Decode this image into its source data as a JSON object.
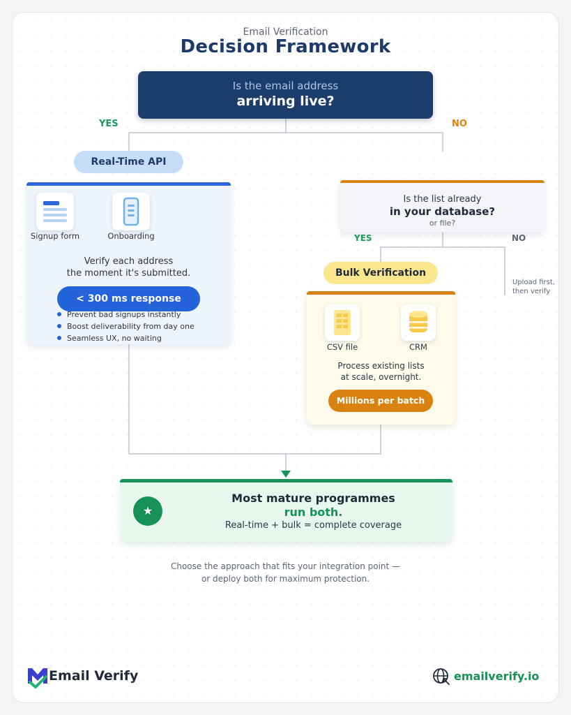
{
  "header": {
    "subtitle": "Email Verification",
    "title": "Decision Framework"
  },
  "question1": {
    "line1": "Is the email address",
    "line2": "arriving live?",
    "yes_label": "YES",
    "no_label": "NO"
  },
  "realtime": {
    "pill": "Real-Time API",
    "icons": [
      {
        "caption": "Signup form",
        "icon": "form-icon"
      },
      {
        "caption": "Onboarding",
        "icon": "mobile-icon"
      }
    ],
    "desc_line1": "Verify each address",
    "desc_line2": "the moment it's submitted.",
    "badge": "< 300 ms response",
    "bullets": [
      "Prevent bad signups instantly",
      "Boost deliverability from day one",
      "Seamless UX, no waiting"
    ]
  },
  "question2": {
    "line1": "Is the list already",
    "line2": "in your database?",
    "line3": "or file?",
    "yes_label": "YES",
    "no_label": "NO",
    "no_note_line1": "Upload first,",
    "no_note_line2": "then verify"
  },
  "bulk": {
    "pill": "Bulk Verification",
    "icons": [
      {
        "caption": "CSV file",
        "icon": "csv-file-icon"
      },
      {
        "caption": "CRM",
        "icon": "database-icon"
      }
    ],
    "desc_line1": "Process existing lists",
    "desc_line2": "at scale, overnight.",
    "badge": "Millions per batch"
  },
  "final": {
    "line1": "Most mature programmes",
    "line2": "run both.",
    "line3": "Real-time + bulk = complete coverage",
    "icon": "star-icon"
  },
  "footnote": {
    "line1": "Choose the approach that fits your integration point —",
    "line2": "or deploy both for maximum protection."
  },
  "brand": {
    "name": "Email Verify",
    "site": "emailverify.io"
  },
  "colors": {
    "navy": "#1c3c6c",
    "blue": "#2563db",
    "orange": "#d9820f",
    "green": "#169257",
    "yellow": "#fde78e"
  }
}
